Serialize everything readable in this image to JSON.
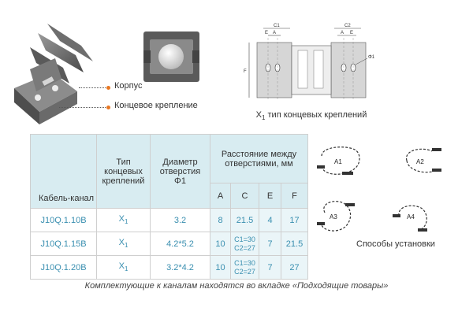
{
  "callouts": {
    "body": "Корпус",
    "end_mount": "Концевое крепление"
  },
  "drawing": {
    "labels": {
      "c1": "C1",
      "c2": "C2",
      "a": "A",
      "e": "E",
      "f": "F",
      "phi": "Φ1"
    },
    "caption_main": "X",
    "caption_sub": "1",
    "caption_rest": " тип концевых креплений"
  },
  "table": {
    "headers": {
      "model": "Кабель-канал",
      "type": "Тип концевых креплений",
      "diameter": "Диаметр отверстия",
      "diameter_symbol": "Φ1",
      "distance": "Расстояние между отверстиями, мм",
      "a": "A",
      "c": "C",
      "e": "E",
      "f": "F"
    },
    "rows": [
      {
        "model": "J10Q.1.10B",
        "type": "X",
        "type_sub": "1",
        "diameter": "3.2",
        "a": "8",
        "c": "21.5",
        "c2": "",
        "e": "4",
        "f": "17"
      },
      {
        "model": "J10Q.1.15B",
        "type": "X",
        "type_sub": "1",
        "diameter": "4.2*5.2",
        "a": "10",
        "c": "C1=30",
        "c2": "C2=27",
        "e": "7",
        "f": "21.5"
      },
      {
        "model": "J10Q.1.20B",
        "type": "X",
        "type_sub": "1",
        "diameter": "3.2*4.2",
        "a": "10",
        "c": "C1=30",
        "c2": "C2=27",
        "e": "7",
        "f": "27"
      }
    ]
  },
  "mounting": {
    "labels": [
      "A1",
      "A2",
      "A3",
      "A4"
    ],
    "caption": "Способы установки"
  },
  "footer": "Комплектующие к каналам находятся во вкладке «Подходящие товары»",
  "colors": {
    "accent_text": "#3a8fb0",
    "table_header_bg": "#d8ecf1",
    "callout_dot": "#e87722"
  }
}
